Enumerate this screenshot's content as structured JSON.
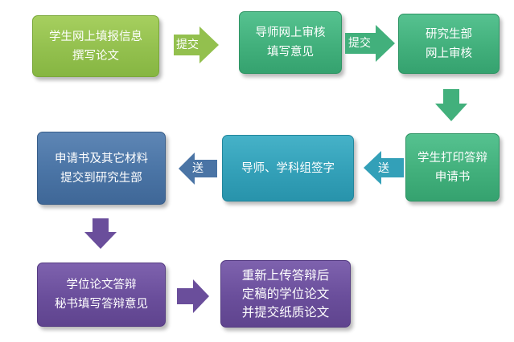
{
  "boxes": {
    "student_submit": [
      "学生网上填报信息",
      "撰写论文"
    ],
    "advisor_review": [
      "导师网上审核",
      "填写意见"
    ],
    "grad_dept_review": [
      "研究生部",
      "网上审核"
    ],
    "student_print": [
      "学生打印答辩",
      "申请书"
    ],
    "advisor_sign": [
      "导师、学科组签字"
    ],
    "submit_materials": [
      "申请书及其它材料",
      "提交到研究生部"
    ],
    "secretary_opinion": [
      "学位论文答辩",
      "秘书填写答辩意见"
    ],
    "reupload": [
      "重新上传答辩后",
      "定稿的学位论文",
      "并提交纸质论文"
    ]
  },
  "arrows": {
    "submit_1": "提交",
    "submit_2": "提交",
    "send_1": "送",
    "send_2": "送"
  },
  "colors": {
    "lime": "#93c04e",
    "green": "#42b07c",
    "steel": "#4a74a5",
    "teal": "#33a0b8",
    "purple": "#6a4e9b"
  }
}
